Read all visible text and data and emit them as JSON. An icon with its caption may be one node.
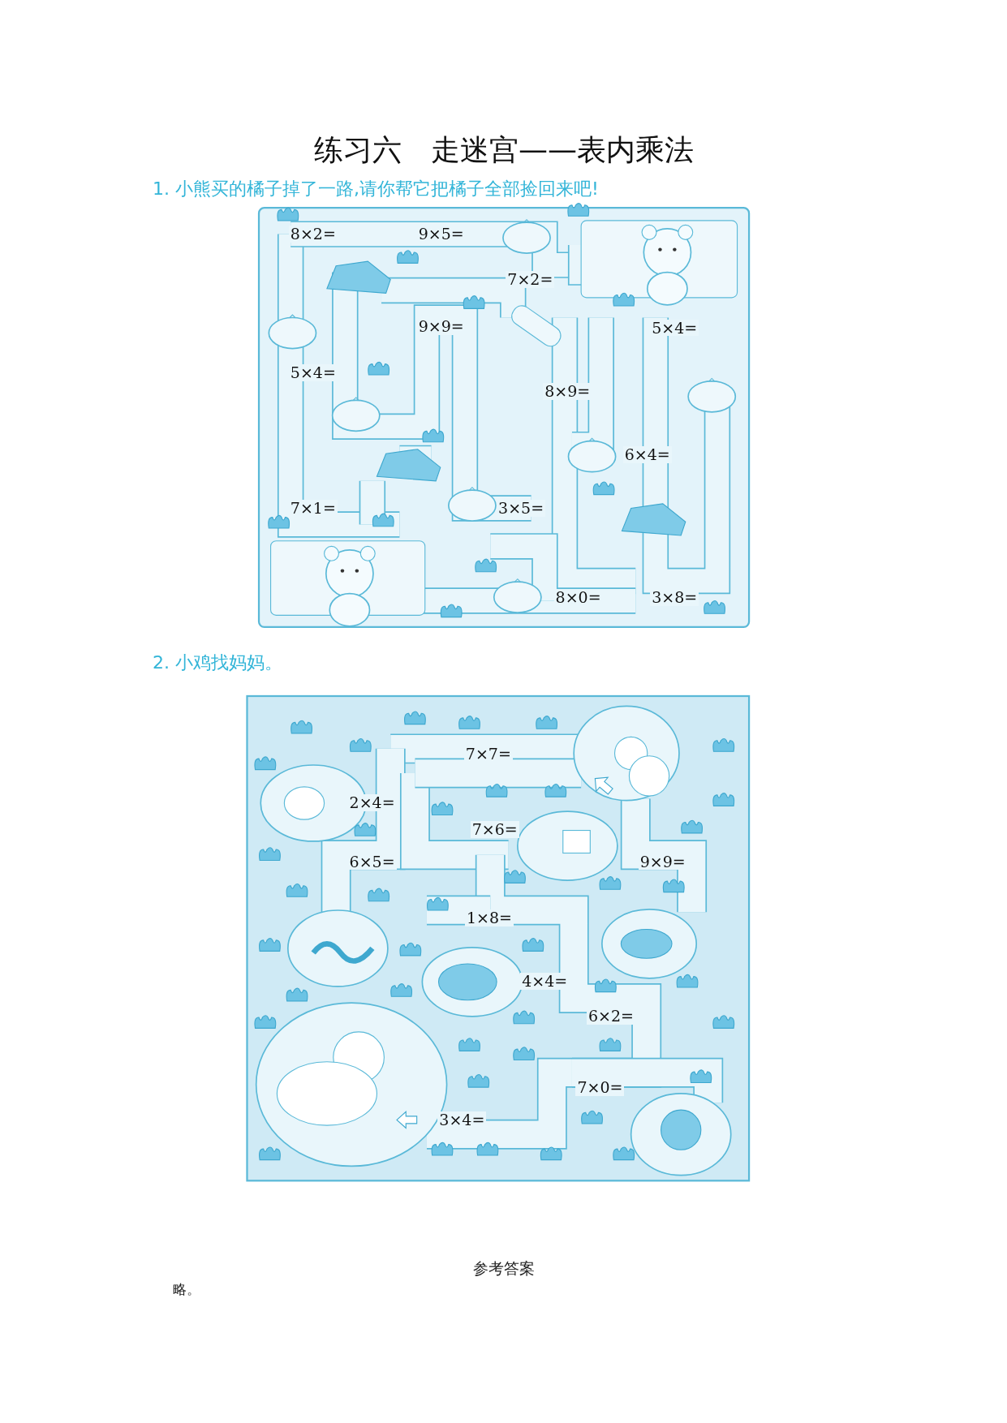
{
  "diagram": {
    "title": "练习六　走迷宫——表内乘法",
    "labels": [
      "1. 小熊买的橘子掉了一路,请你帮它把橘子全部捡回来吧!",
      "8×2=",
      "9×5=",
      "7×2=",
      "9×9=",
      "5×4=",
      "5×4=",
      "8×9=",
      "6×4=",
      "7×1=",
      "3×5=",
      "8×0=",
      "3×8=",
      "2. 小鸡找妈妈。",
      "7×7=",
      "2×4=",
      "7×6=",
      "6×5=",
      "9×9=",
      "1×8=",
      "4×4=",
      "6×2=",
      "7×0=",
      "3×4=",
      "参考答案",
      "略。"
    ]
  }
}
